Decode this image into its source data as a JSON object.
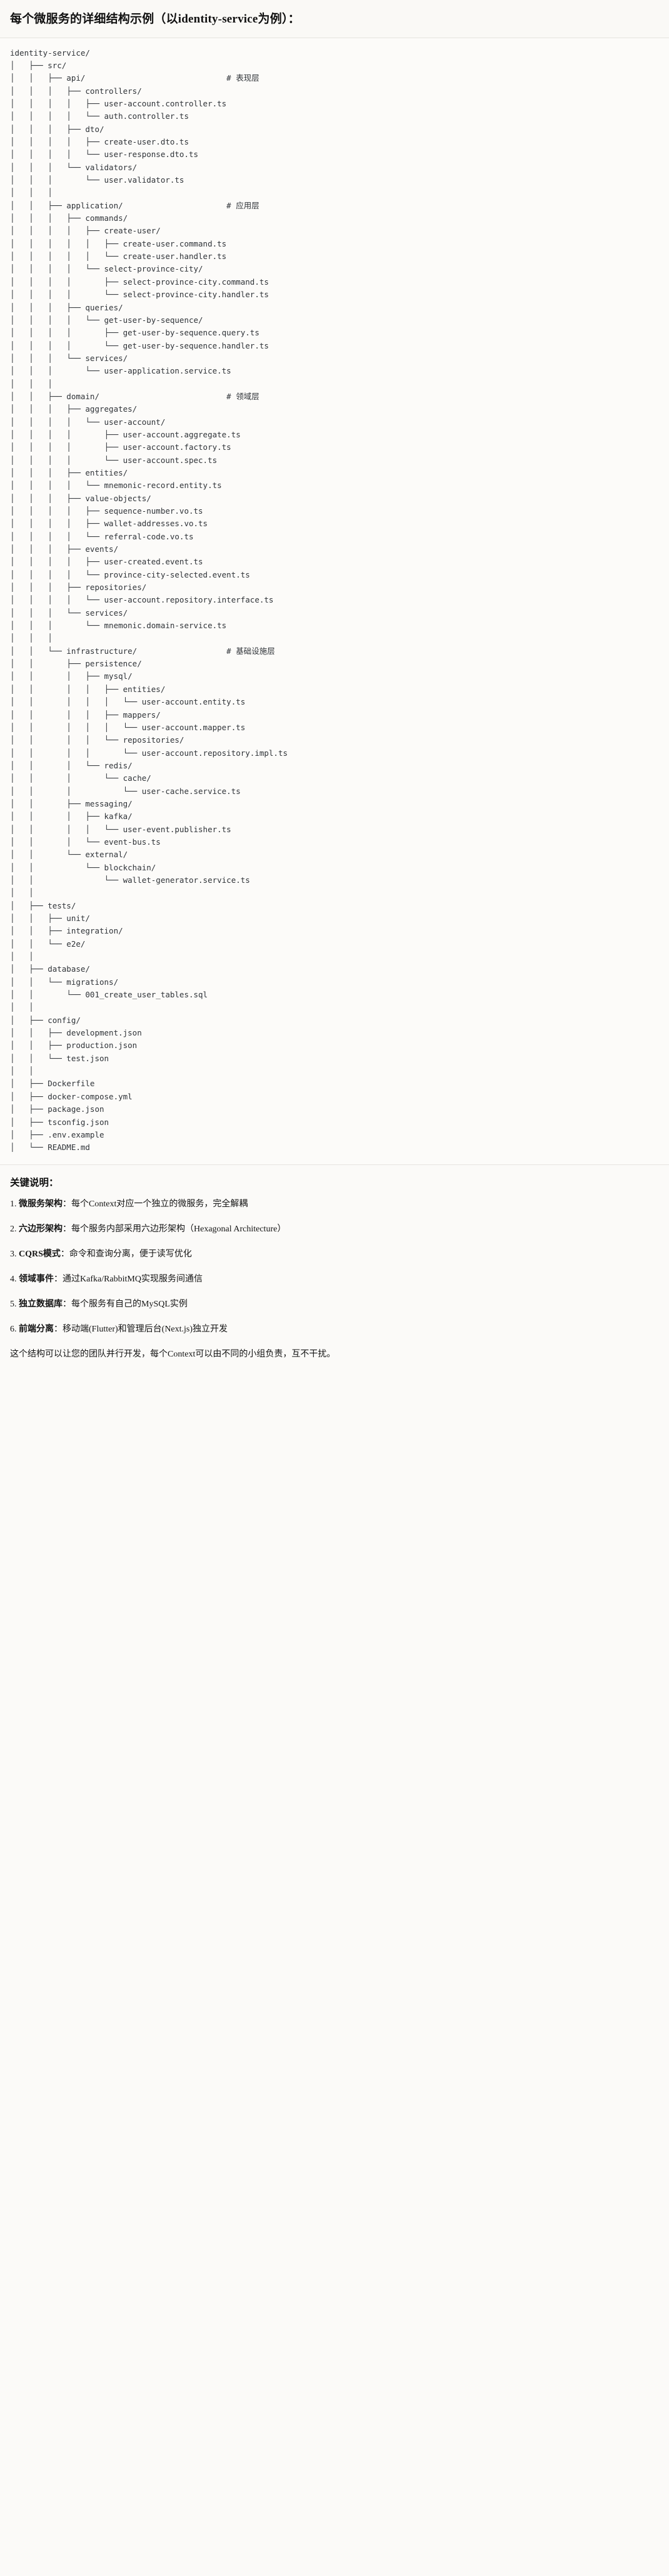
{
  "title": {
    "text": "每个微服务的详细结构示例（以identity-service为例）："
  },
  "tree": {
    "root_label": "identity-service/",
    "comments": {
      "api": "# 表现层",
      "application": "# 应用层",
      "domain": "# 领域层",
      "infrastructure": "# 基础设施层"
    },
    "text": "identity-service/\n│   ├── src/\n│   │   ├── api/                              # 表现层\n│   │   │   ├── controllers/\n│   │   │   │   ├── user-account.controller.ts\n│   │   │   │   └── auth.controller.ts\n│   │   │   ├── dto/\n│   │   │   │   ├── create-user.dto.ts\n│   │   │   │   └── user-response.dto.ts\n│   │   │   └── validators/\n│   │   │       └── user.validator.ts\n│   │   │\n│   │   ├── application/                      # 应用层\n│   │   │   ├── commands/\n│   │   │   │   ├── create-user/\n│   │   │   │   │   ├── create-user.command.ts\n│   │   │   │   │   └── create-user.handler.ts\n│   │   │   │   └── select-province-city/\n│   │   │   │       ├── select-province-city.command.ts\n│   │   │   │       └── select-province-city.handler.ts\n│   │   │   ├── queries/\n│   │   │   │   └── get-user-by-sequence/\n│   │   │   │       ├── get-user-by-sequence.query.ts\n│   │   │   │       └── get-user-by-sequence.handler.ts\n│   │   │   └── services/\n│   │   │       └── user-application.service.ts\n│   │   │\n│   │   ├── domain/                           # 领域层\n│   │   │   ├── aggregates/\n│   │   │   │   └── user-account/\n│   │   │   │       ├── user-account.aggregate.ts\n│   │   │   │       ├── user-account.factory.ts\n│   │   │   │       └── user-account.spec.ts\n│   │   │   ├── entities/\n│   │   │   │   └── mnemonic-record.entity.ts\n│   │   │   ├── value-objects/\n│   │   │   │   ├── sequence-number.vo.ts\n│   │   │   │   ├── wallet-addresses.vo.ts\n│   │   │   │   └── referral-code.vo.ts\n│   │   │   ├── events/\n│   │   │   │   ├── user-created.event.ts\n│   │   │   │   └── province-city-selected.event.ts\n│   │   │   ├── repositories/\n│   │   │   │   └── user-account.repository.interface.ts\n│   │   │   └── services/\n│   │   │       └── mnemonic.domain-service.ts\n│   │   │\n│   │   └── infrastructure/                   # 基础设施层\n│   │       ├── persistence/\n│   │       │   ├── mysql/\n│   │       │   │   ├── entities/\n│   │       │   │   │   └── user-account.entity.ts\n│   │       │   │   ├── mappers/\n│   │       │   │   │   └── user-account.mapper.ts\n│   │       │   │   └── repositories/\n│   │       │   │       └── user-account.repository.impl.ts\n│   │       │   └── redis/\n│   │       │       └── cache/\n│   │       │           └── user-cache.service.ts\n│   │       ├── messaging/\n│   │       │   ├── kafka/\n│   │       │   │   └── user-event.publisher.ts\n│   │       │   └── event-bus.ts\n│   │       └── external/\n│   │           └── blockchain/\n│   │               └── wallet-generator.service.ts\n│   │\n│   ├── tests/\n│   │   ├── unit/\n│   │   ├── integration/\n│   │   └── e2e/\n│   │\n│   ├── database/\n│   │   └── migrations/\n│   │       └── 001_create_user_tables.sql\n│   │\n│   ├── config/\n│   │   ├── development.json\n│   │   ├── production.json\n│   │   └── test.json\n│   │\n│   ├── Dockerfile\n│   ├── docker-compose.yml\n│   ├── package.json\n│   ├── tsconfig.json\n│   ├── .env.example\n│   └── README.md"
  },
  "notes": {
    "heading": "关键说明：",
    "items": [
      {
        "term": "微服务架构",
        "sep": "：",
        "desc": "每个Context对应一个独立的微服务，完全解耦"
      },
      {
        "term": "六边形架构",
        "sep": "：",
        "desc": "每个服务内部采用六边形架构（Hexagonal Architecture）"
      },
      {
        "term": "CQRS模式",
        "sep": "：",
        "desc": "命令和查询分离，便于读写优化"
      },
      {
        "term": "领域事件",
        "sep": "：",
        "desc": "通过Kafka/RabbitMQ实现服务间通信"
      },
      {
        "term": "独立数据库",
        "sep": "：",
        "desc": "每个服务有自己的MySQL实例"
      },
      {
        "term": "前端分离",
        "sep": "：",
        "desc": "移动端(Flutter)和管理后台(Next.js)独立开发"
      }
    ],
    "closing": "这个结构可以让您的团队并行开发，每个Context可以由不同的小组负责，互不干扰。"
  }
}
